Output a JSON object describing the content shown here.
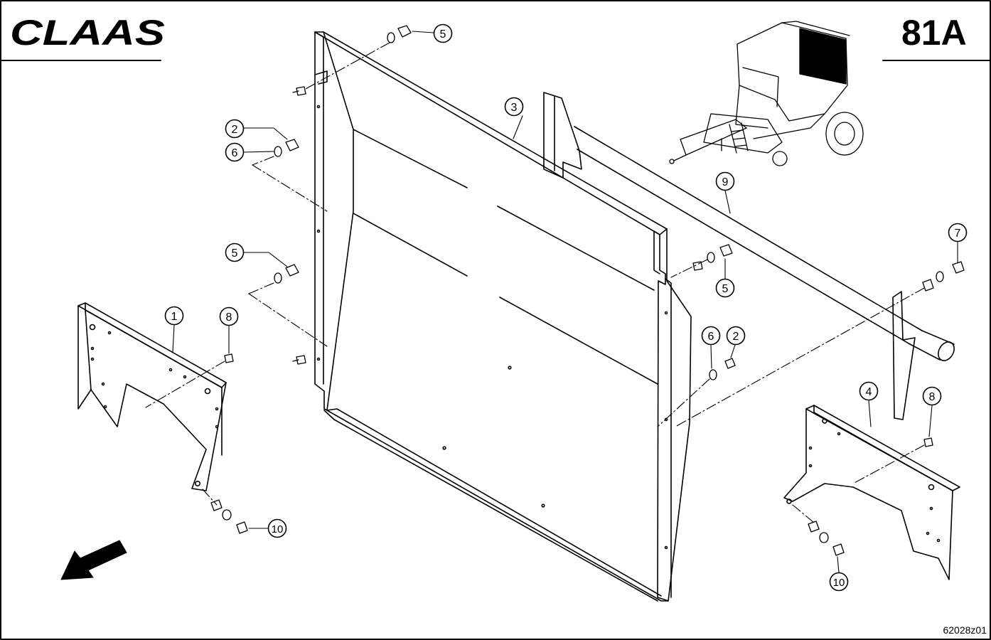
{
  "header": {
    "brand": "CLAAS",
    "page_number": "81A"
  },
  "footer": {
    "drawing_code": "62028z01"
  },
  "callouts": [
    "1",
    "2",
    "2",
    "3",
    "4",
    "5",
    "5",
    "5",
    "6",
    "6",
    "7",
    "8",
    "8",
    "9",
    "10",
    "10"
  ],
  "icons": {
    "direction": "arrow-down-left-icon",
    "overview": "baler-overview-icon"
  },
  "colors": {
    "ink": "#000000",
    "paper": "#ffffff"
  }
}
